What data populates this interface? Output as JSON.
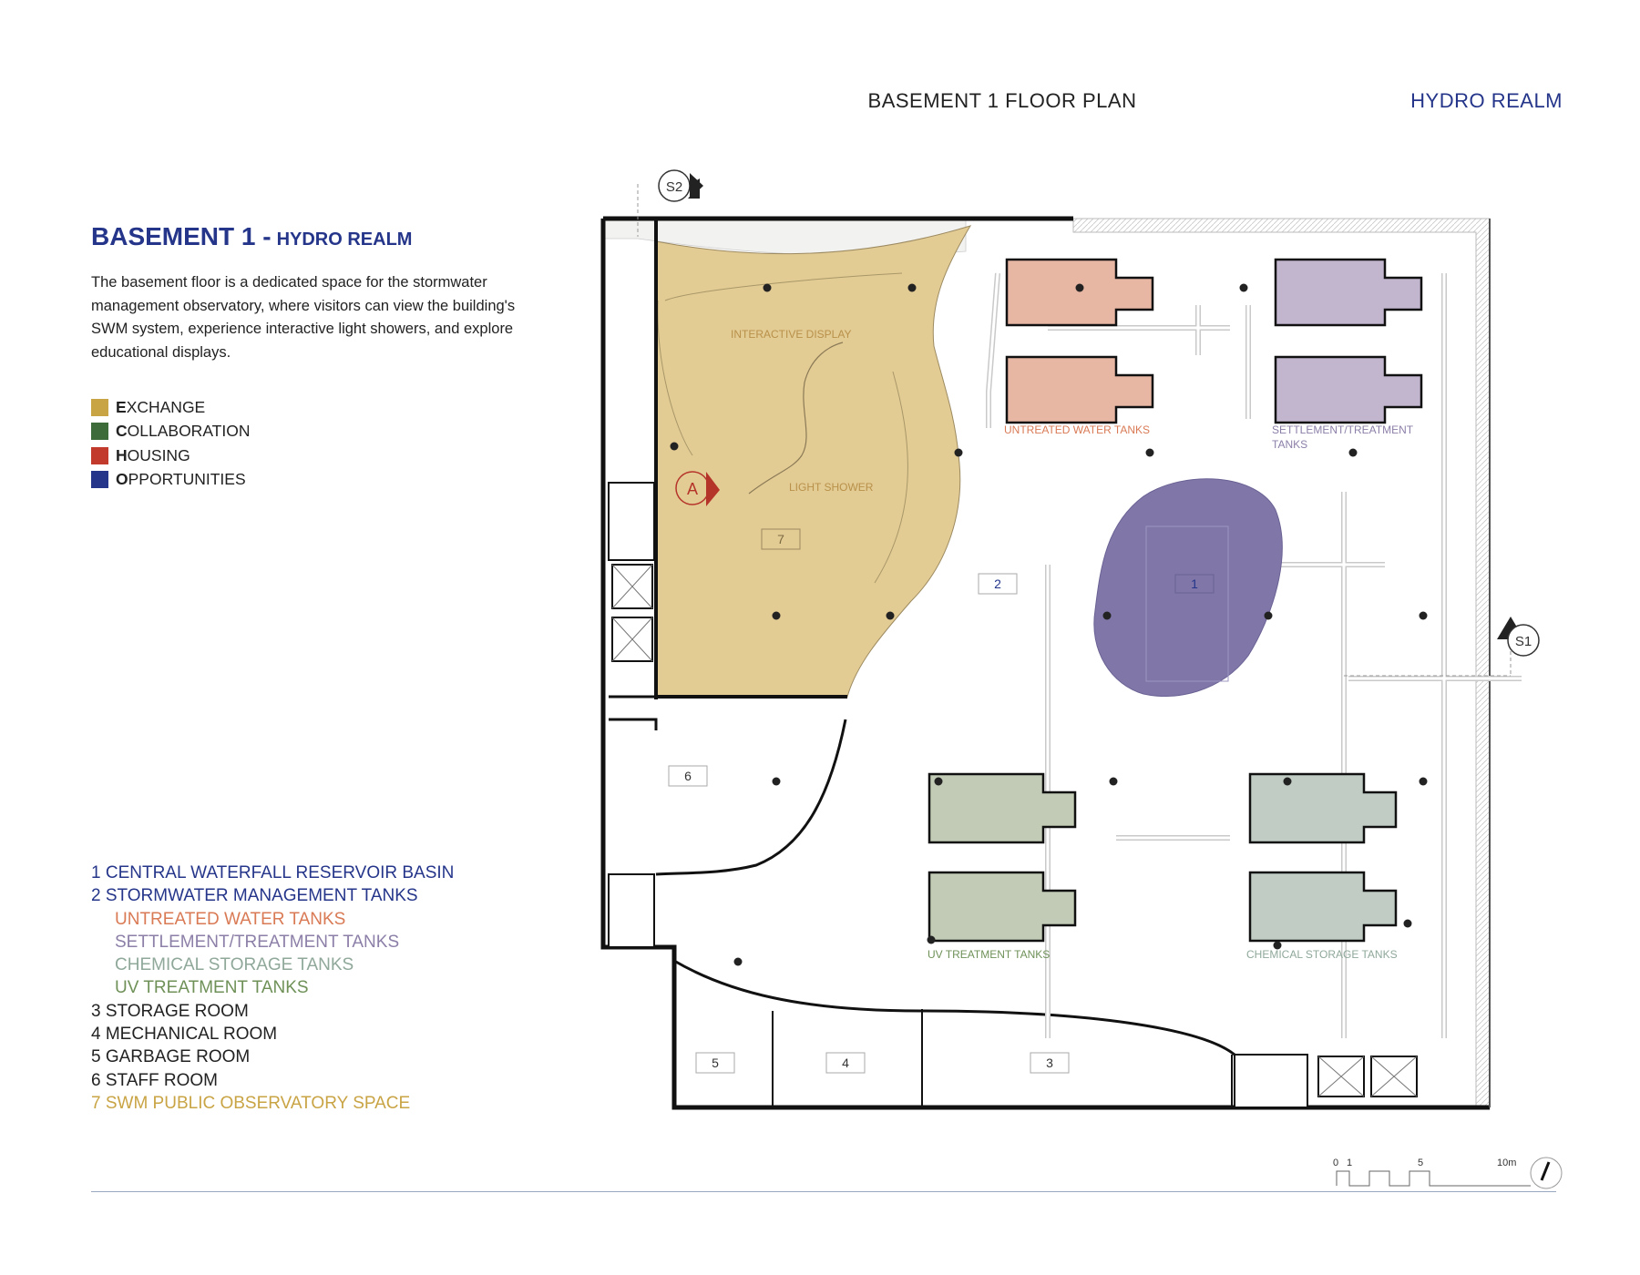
{
  "header": {
    "plan_title": "BASEMENT 1 FLOOR PLAN",
    "project_name": "HYDRO REALM"
  },
  "intro": {
    "title_main": "BASEMENT 1 -",
    "title_sub": "HYDRO REALM",
    "description": "The basement floor is a dedicated space for the stormwater management observatory, where visitors can view the building's SWM system, experience interactive light showers, and explore educational displays."
  },
  "legend": [
    {
      "initial": "E",
      "rest": "XCHANGE",
      "color": "#c9a445"
    },
    {
      "initial": "C",
      "rest": "OLLABORATION",
      "color": "#3d6b3a"
    },
    {
      "initial": "H",
      "rest": "OUSING",
      "color": "#c23a2c"
    },
    {
      "initial": "O",
      "rest": "PPORTUNITIES",
      "color": "#24358a"
    }
  ],
  "rooms": [
    {
      "label": "1 CENTRAL WATERFALL RESERVOIR BASIN",
      "color": "#24358a",
      "indent": false
    },
    {
      "label": "2 STORMWATER MANAGEMENT TANKS",
      "color": "#24358a",
      "indent": false
    },
    {
      "label": "UNTREATED WATER TANKS",
      "color": "#d97a55",
      "indent": true
    },
    {
      "label": "SETTLEMENT/TREATMENT TANKS",
      "color": "#8c7fa8",
      "indent": true
    },
    {
      "label": "CHEMICAL STORAGE TANKS",
      "color": "#8fa89a",
      "indent": true
    },
    {
      "label": "UV TREATMENT TANKS",
      "color": "#6f9158",
      "indent": true
    },
    {
      "label": "3 STORAGE ROOM",
      "color": "#222222",
      "indent": false
    },
    {
      "label": "4 MECHANICAL ROOM",
      "color": "#222222",
      "indent": false
    },
    {
      "label": "5 GARBAGE ROOM",
      "color": "#222222",
      "indent": false
    },
    {
      "label": "6 STAFF ROOM",
      "color": "#222222",
      "indent": false
    },
    {
      "label": "7 SWM PUBLIC OBSERVATORY SPACE",
      "color": "#c9a445",
      "indent": false
    }
  ],
  "plan": {
    "labels": {
      "interactive_display": "INTERACTIVE DISPLAY",
      "light_shower": "LIGHT SHOWER",
      "untreated_tanks": "UNTREATED WATER TANKS",
      "settlement_tanks_1": "SETTLEMENT/TREATMENT",
      "settlement_tanks_2": "TANKS",
      "uv_tanks": "UV TREATMENT TANKS",
      "chemical_tanks": "CHEMICAL STORAGE TANKS"
    },
    "room_tags": {
      "r1": "1",
      "r2": "2",
      "r3": "3",
      "r4": "4",
      "r5": "5",
      "r6": "6",
      "r7": "7"
    },
    "section_markers": {
      "s1": "S1",
      "s2": "S2",
      "a": "A"
    },
    "scale": {
      "t0": "0",
      "t1": "1",
      "t5": "5",
      "t10": "10m"
    }
  },
  "colors": {
    "exchange": "#e3cb94",
    "basin": "#8077a8",
    "untreated": "#e8b7a4",
    "settlement": "#c2b6cf",
    "uv": "#c2cbb6",
    "chemical": "#c0ccc4",
    "accent_red": "#b5342a"
  }
}
